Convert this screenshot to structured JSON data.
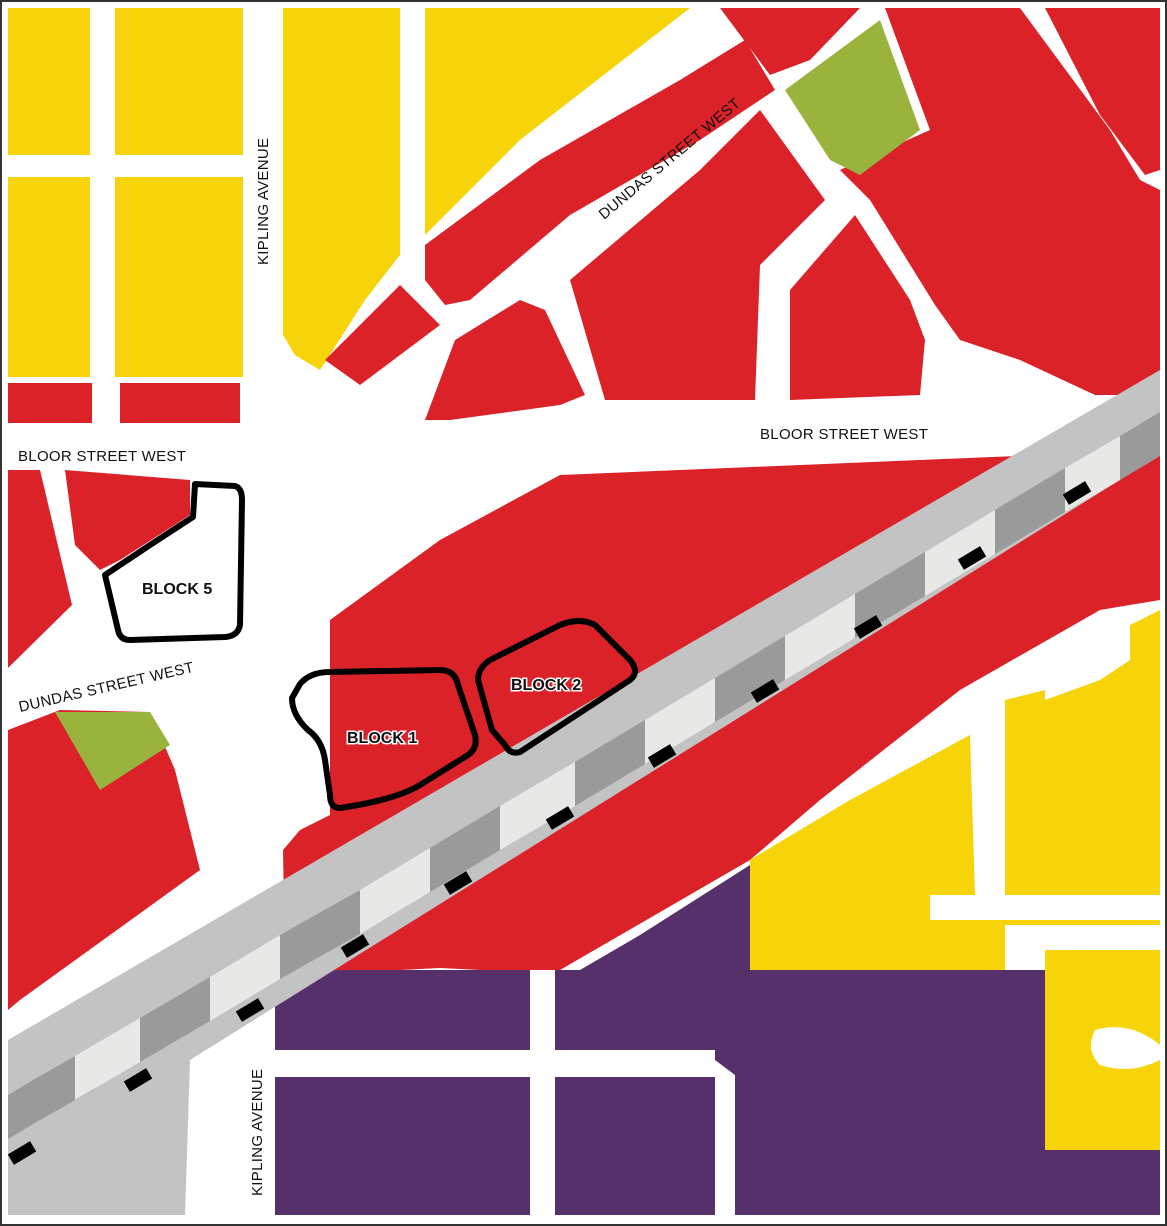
{
  "map": {
    "colors": {
      "background_roads": "#ffffff",
      "red_zone": "#dc2229",
      "yellow_zone": "#f7d40a",
      "green_zone": "#9ab33d",
      "purple_zone": "#55306b",
      "rail_corridor": "#c3c3c3",
      "rail_dark_segment": "#9a9a9a",
      "rail_light_segment": "#e8e8e6",
      "rail_tie": "#000000",
      "block_outline": "#000000",
      "frame": "#333333"
    },
    "streets": {
      "kipling_north": "KIPLING AVENUE",
      "kipling_south": "KIPLING AVENUE",
      "dundas_east": "DUNDAS STREET WEST",
      "dundas_west": "DUNDAS STREET WEST",
      "bloor_west": "BLOOR STREET WEST",
      "bloor_east": "BLOOR STREET WEST"
    },
    "blocks": {
      "block1": "BLOCK 1",
      "block2": "BLOCK 2",
      "block5": "BLOCK 5"
    }
  }
}
